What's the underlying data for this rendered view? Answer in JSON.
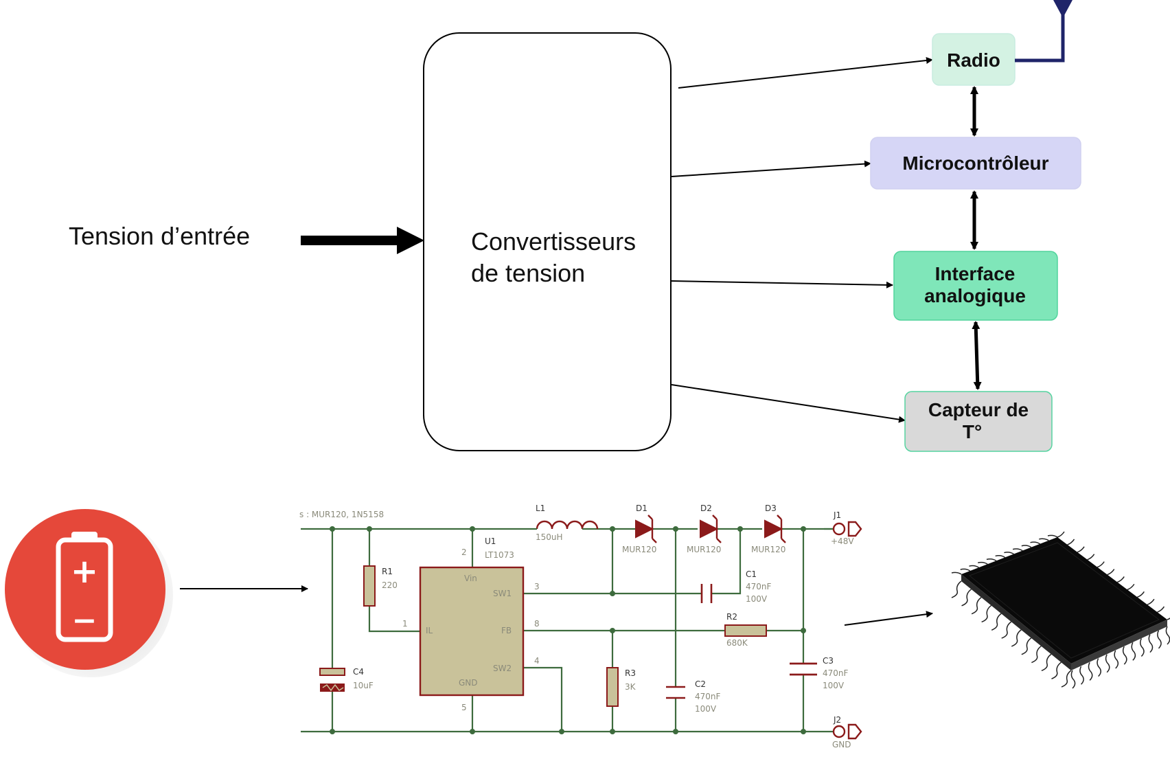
{
  "input": {
    "label": "Tension d’entrée"
  },
  "converter": {
    "line1": "Convertisseurs",
    "line2": "de tension"
  },
  "blocks": {
    "radio": {
      "label": "Radio",
      "fill": "#d4f2e3",
      "stroke": "#c8ece0"
    },
    "mcu": {
      "label": "Microcontrôleur",
      "fill": "#d6d6f6",
      "stroke": "#d0d0f0"
    },
    "analog": {
      "line1": "Interface",
      "line2": "analogique",
      "fill": "#7fe6b9",
      "stroke": "#50d49c"
    },
    "sensor": {
      "line1": "Capteur de",
      "line2": "T°",
      "fill": "#d9d9d9",
      "stroke": "#56d4a0"
    }
  },
  "antenna": {
    "color": "#1f2469"
  },
  "battery": {
    "plus": "+",
    "minus": "−",
    "color": "#e5483a"
  },
  "schematic": {
    "note": "s : MUR120, 1N5158",
    "L1": {
      "ref": "L1",
      "value": "150uH"
    },
    "D1": {
      "ref": "D1",
      "value": "MUR120"
    },
    "D2": {
      "ref": "D2",
      "value": "MUR120"
    },
    "D3": {
      "ref": "D3",
      "value": "MUR120"
    },
    "J1": {
      "ref": "J1",
      "value": "+48V"
    },
    "J2": {
      "ref": "J2",
      "value": "GND"
    },
    "U1": {
      "ref": "U1",
      "value": "LT1073",
      "pins": {
        "vin": "Vin",
        "sw1": "SW1",
        "il": "IL",
        "fb": "FB",
        "sw2": "SW2",
        "gnd": "GND"
      },
      "pin_numbers": {
        "vin": "2",
        "sw1": "3",
        "il": "1",
        "fb": "8",
        "sw2": "4",
        "gnd": "5"
      }
    },
    "R1": {
      "ref": "R1",
      "value": "220"
    },
    "R2": {
      "ref": "R2",
      "value": "680K"
    },
    "R3": {
      "ref": "R3",
      "value": "3K"
    },
    "C1": {
      "ref": "C1",
      "value": "470nF",
      "rating": "100V"
    },
    "C2": {
      "ref": "C2",
      "value": "470nF",
      "rating": "100V"
    },
    "C3": {
      "ref": "C3",
      "value": "470nF",
      "rating": "100V"
    },
    "C4": {
      "ref": "C4",
      "value": "10uF"
    },
    "wire_color": "#3d6b3d",
    "component_color": "#8b1a1a",
    "ic_fill": "#c9c29a"
  }
}
